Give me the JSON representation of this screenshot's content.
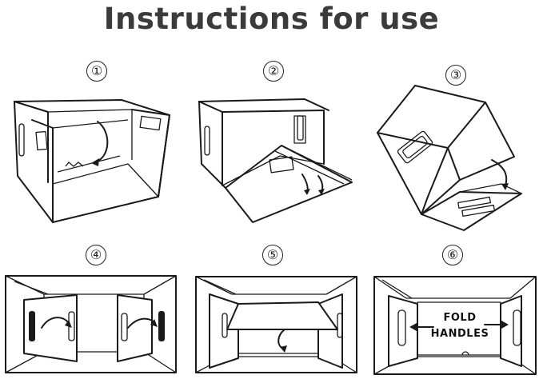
{
  "title": "Instructions for use",
  "steps": [
    {
      "number": "①"
    },
    {
      "number": "②"
    },
    {
      "number": "③"
    },
    {
      "number": "④"
    },
    {
      "number": "⑤"
    },
    {
      "number": "⑥"
    }
  ],
  "fold_label_line1": "FOLD",
  "fold_label_line2": "HANDLES"
}
